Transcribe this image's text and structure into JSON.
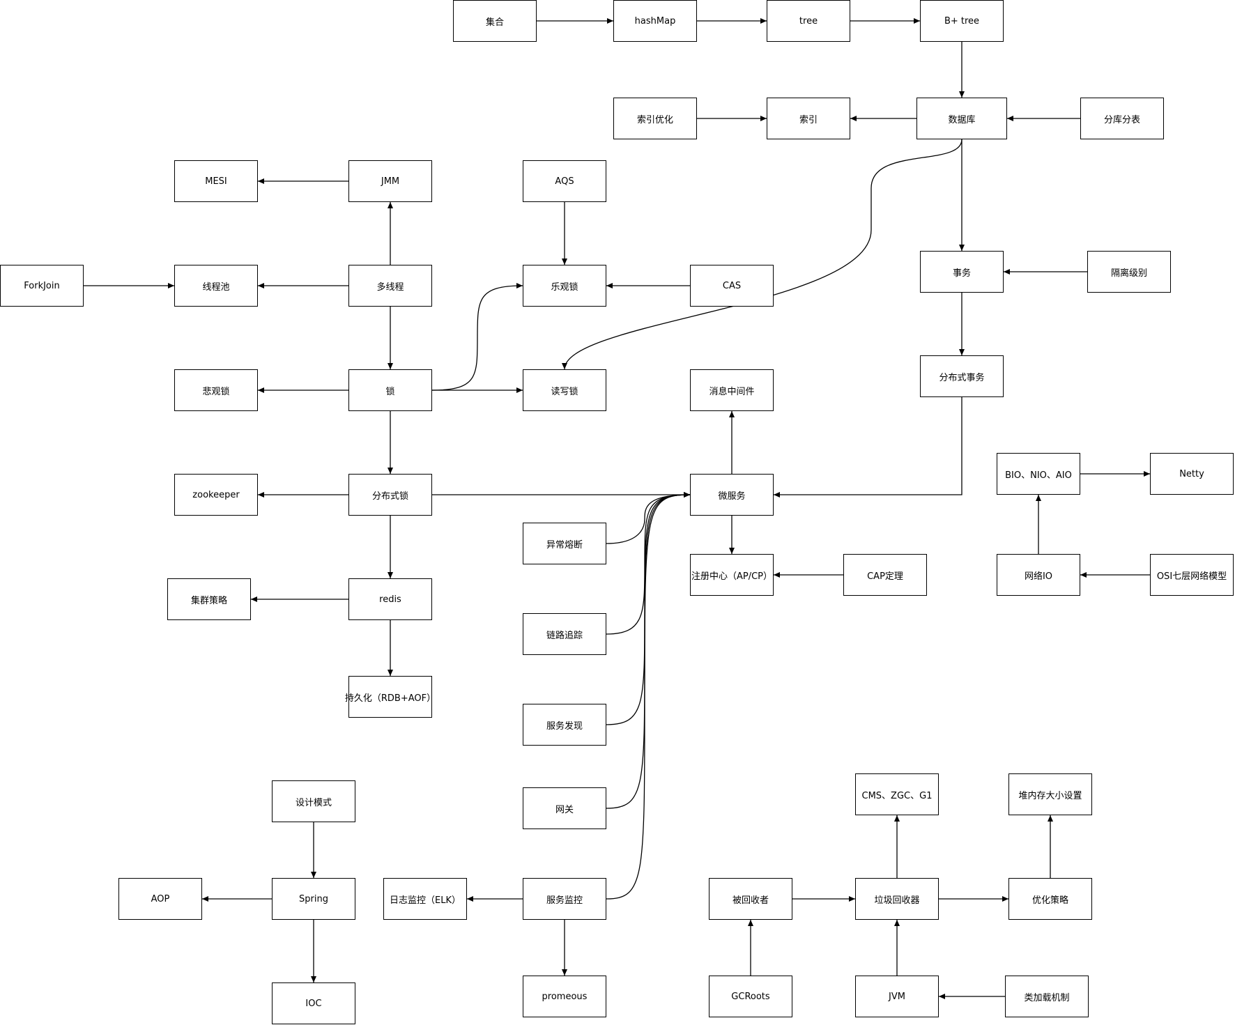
{
  "diagram": {
    "nodes": [
      {
        "id": "jihe",
        "label": "集合"
      },
      {
        "id": "hashmap",
        "label": "hashMap"
      },
      {
        "id": "tree",
        "label": "tree"
      },
      {
        "id": "bplustree",
        "label": "B+ tree"
      },
      {
        "id": "suoyinyouhua",
        "label": "索引优化"
      },
      {
        "id": "suoyin",
        "label": "索引"
      },
      {
        "id": "shujuku",
        "label": "数据库"
      },
      {
        "id": "fenkufenbiao",
        "label": "分库分表"
      },
      {
        "id": "mesi",
        "label": "MESI"
      },
      {
        "id": "jmm",
        "label": "JMM"
      },
      {
        "id": "aqs",
        "label": "AQS"
      },
      {
        "id": "forkjoin",
        "label": "ForkJoin"
      },
      {
        "id": "xianchengchi",
        "label": "线程池"
      },
      {
        "id": "duoxiancheng",
        "label": "多线程"
      },
      {
        "id": "leguansuo",
        "label": "乐观锁"
      },
      {
        "id": "cas",
        "label": "CAS"
      },
      {
        "id": "shiwu",
        "label": "事务"
      },
      {
        "id": "gelijibie",
        "label": "隔离级别"
      },
      {
        "id": "beiguansuo",
        "label": "悲观锁"
      },
      {
        "id": "suo",
        "label": "锁"
      },
      {
        "id": "duxiesuo",
        "label": "读写锁"
      },
      {
        "id": "xiaoxizhongjianjian",
        "label": "消息中间件"
      },
      {
        "id": "fenbushishiwu",
        "label": "分布式事务"
      },
      {
        "id": "zookeeper",
        "label": "zookeeper"
      },
      {
        "id": "fenbushisuo",
        "label": "分布式锁"
      },
      {
        "id": "weifuwu",
        "label": "微服务"
      },
      {
        "id": "bionioaio",
        "label": "BIO、NIO、AIO"
      },
      {
        "id": "netty",
        "label": "Netty"
      },
      {
        "id": "yichangrongduan",
        "label": "异常熔断"
      },
      {
        "id": "jiqunceluo",
        "label": "集群策略"
      },
      {
        "id": "redis",
        "label": "redis"
      },
      {
        "id": "zhucezhongxin",
        "label": "注册中心（AP/CP）"
      },
      {
        "id": "capdingli",
        "label": "CAP定理"
      },
      {
        "id": "wangluoio",
        "label": "网络IO"
      },
      {
        "id": "osi",
        "label": "OSI七层网络模型"
      },
      {
        "id": "lianluzhuizong",
        "label": "链路追踪"
      },
      {
        "id": "chijiuhua",
        "label": "持久化（RDB+AOF）"
      },
      {
        "id": "fuwufaxian",
        "label": "服务发现"
      },
      {
        "id": "shejimoshi",
        "label": "设计模式"
      },
      {
        "id": "cmszgcg1",
        "label": "CMS、ZGC、G1"
      },
      {
        "id": "duineicun",
        "label": "堆内存大小设置"
      },
      {
        "id": "wangguan",
        "label": "网关"
      },
      {
        "id": "aop",
        "label": "AOP"
      },
      {
        "id": "spring",
        "label": "Spring"
      },
      {
        "id": "rizhijiankong",
        "label": "日志监控（ELK）"
      },
      {
        "id": "fuwujiankong",
        "label": "服务监控"
      },
      {
        "id": "beihuishouzhe",
        "label": "被回收者"
      },
      {
        "id": "lajihuishouqi",
        "label": "垃圾回收器"
      },
      {
        "id": "youhuacelue",
        "label": "优化策略"
      },
      {
        "id": "ioc",
        "label": "IOC"
      },
      {
        "id": "promeous",
        "label": "promeous"
      },
      {
        "id": "gcroots",
        "label": "GCRoots"
      },
      {
        "id": "jvm",
        "label": "JVM"
      },
      {
        "id": "leijiazai",
        "label": "类加载机制"
      }
    ],
    "edges": [
      {
        "from": "jihe",
        "to": "hashmap"
      },
      {
        "from": "hashmap",
        "to": "tree"
      },
      {
        "from": "tree",
        "to": "bplustree"
      },
      {
        "from": "bplustree",
        "to": "shujuku"
      },
      {
        "from": "suoyinyouhua",
        "to": "suoyin"
      },
      {
        "from": "shujuku",
        "to": "suoyin"
      },
      {
        "from": "fenkufenbiao",
        "to": "shujuku"
      },
      {
        "from": "shujuku",
        "to": "shiwu"
      },
      {
        "from": "shujuku",
        "to": "duxiesuo"
      },
      {
        "from": "gelijibie",
        "to": "shiwu"
      },
      {
        "from": "shiwu",
        "to": "fenbushishiwu"
      },
      {
        "from": "fenbushishiwu",
        "to": "weifuwu"
      },
      {
        "from": "jmm",
        "to": "mesi"
      },
      {
        "from": "duoxiancheng",
        "to": "jmm"
      },
      {
        "from": "duoxiancheng",
        "to": "xianchengchi"
      },
      {
        "from": "forkjoin",
        "to": "xianchengchi"
      },
      {
        "from": "duoxiancheng",
        "to": "suo"
      },
      {
        "from": "aqs",
        "to": "leguansuo"
      },
      {
        "from": "cas",
        "to": "leguansuo"
      },
      {
        "from": "suo",
        "to": "beiguansuo"
      },
      {
        "from": "suo",
        "to": "duxiesuo"
      },
      {
        "from": "suo",
        "to": "leguansuo"
      },
      {
        "from": "suo",
        "to": "fenbushisuo"
      },
      {
        "from": "fenbushisuo",
        "to": "zookeeper"
      },
      {
        "from": "fenbushisuo",
        "to": "redis"
      },
      {
        "from": "fenbushisuo",
        "to": "weifuwu"
      },
      {
        "from": "redis",
        "to": "jiqunceluo"
      },
      {
        "from": "redis",
        "to": "chijiuhua"
      },
      {
        "from": "weifuwu",
        "to": "xiaoxizhongjianjian"
      },
      {
        "from": "weifuwu",
        "to": "zhucezhongxin"
      },
      {
        "from": "capdingli",
        "to": "zhucezhongxin"
      },
      {
        "from": "yichangrongduan",
        "to": "weifuwu"
      },
      {
        "from": "lianluzhuizong",
        "to": "weifuwu"
      },
      {
        "from": "fuwufaxian",
        "to": "weifuwu"
      },
      {
        "from": "wangguan",
        "to": "weifuwu"
      },
      {
        "from": "fuwujiankong",
        "to": "weifuwu"
      },
      {
        "from": "fuwujiankong",
        "to": "rizhijiankong"
      },
      {
        "from": "fuwujiankong",
        "to": "promeous"
      },
      {
        "from": "wangluoio",
        "to": "bionioaio"
      },
      {
        "from": "bionioaio",
        "to": "netty"
      },
      {
        "from": "osi",
        "to": "wangluoio"
      },
      {
        "from": "shejimoshi",
        "to": "spring"
      },
      {
        "from": "spring",
        "to": "aop"
      },
      {
        "from": "spring",
        "to": "ioc"
      },
      {
        "from": "beihuishouzhe",
        "to": "lajihuishouqi"
      },
      {
        "from": "gcroots",
        "to": "beihuishouzhe"
      },
      {
        "from": "lajihuishouqi",
        "to": "cmszgcg1"
      },
      {
        "from": "lajihuishouqi",
        "to": "youhuacelue"
      },
      {
        "from": "youhuacelue",
        "to": "duineicun"
      },
      {
        "from": "jvm",
        "to": "lajihuishouqi"
      },
      {
        "from": "leijiazai",
        "to": "jvm"
      }
    ]
  }
}
